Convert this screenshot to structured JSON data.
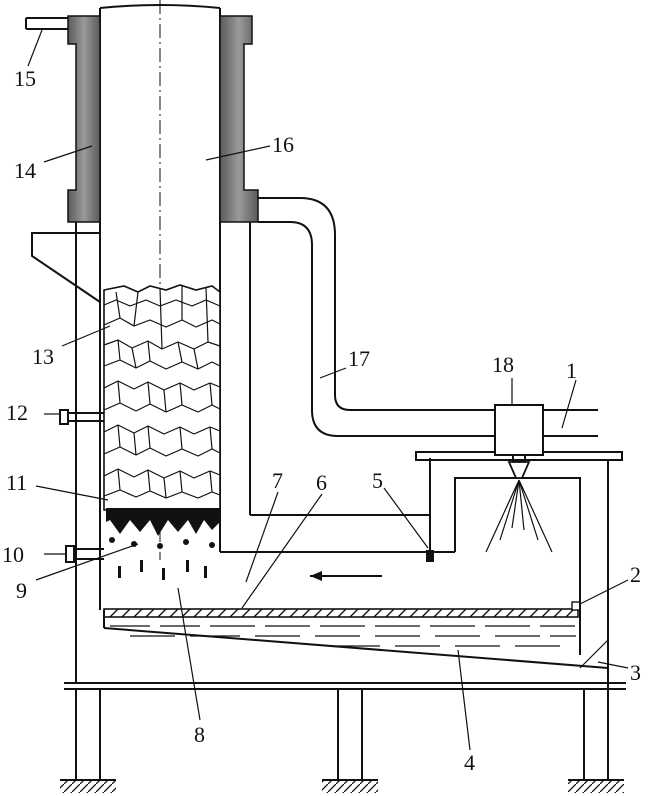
{
  "labels": {
    "l1": "1",
    "l2": "2",
    "l3": "3",
    "l4": "4",
    "l5": "5",
    "l6": "6",
    "l7": "7",
    "l8": "8",
    "l9": "9",
    "l10": "10",
    "l11": "11",
    "l12": "12",
    "l13": "13",
    "l14": "14",
    "l15": "15",
    "l16": "16",
    "l17": "17",
    "l18": "18"
  },
  "colors": {
    "jacket": "#808080",
    "line": "#111111"
  }
}
